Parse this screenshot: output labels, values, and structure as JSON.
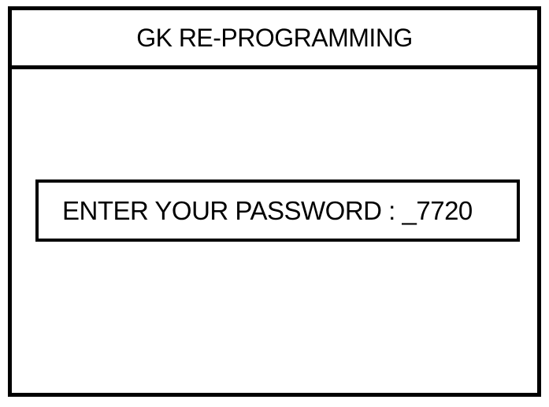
{
  "window": {
    "title": "GK RE-PROGRAMMING"
  },
  "password_prompt": {
    "label": "ENTER YOUR PASSWORD : ",
    "cursor": "_",
    "value": "7720"
  },
  "colors": {
    "foreground": "#000000",
    "background": "#ffffff"
  }
}
